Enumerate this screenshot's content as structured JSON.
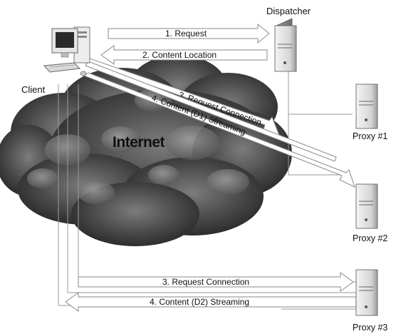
{
  "nodes": {
    "client": "Client",
    "dispatcher": "Dispatcher",
    "proxy1": "Proxy #1",
    "proxy2": "Proxy #2",
    "proxy3": "Proxy #3",
    "cloud": "Internet"
  },
  "arrows": {
    "a1": "1. Request",
    "a2": "2. Content Location",
    "a3_top": "3. Request Connection",
    "a4_top": "4. Content (D1) Streaming",
    "a3_bottom": "3. Request Connection",
    "a4_bottom": "4. Content (D2) Streaming"
  }
}
